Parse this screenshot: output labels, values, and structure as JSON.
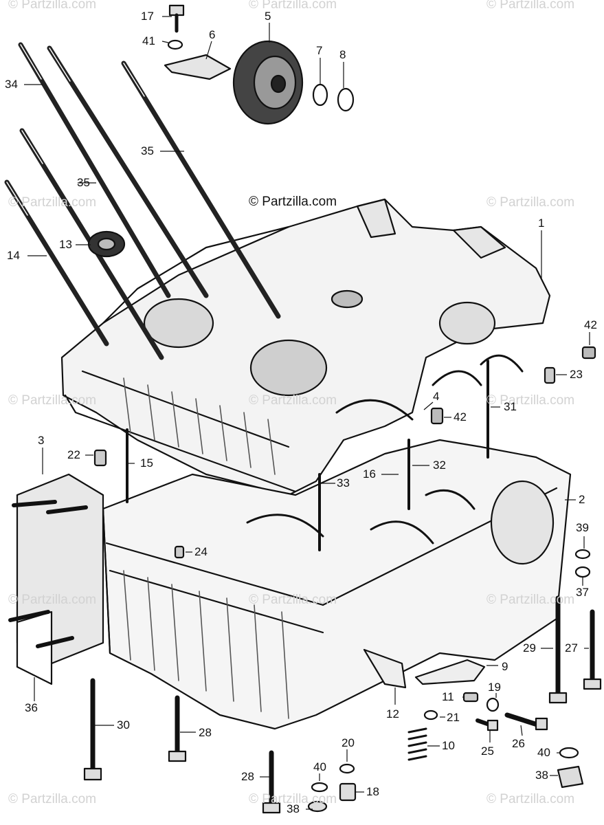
{
  "watermark_text": "© Partzilla.com",
  "center_credit": "© Partzilla.com",
  "callouts": [
    "17",
    "41",
    "6",
    "5",
    "7",
    "8",
    "34",
    "35",
    "35",
    "13",
    "14",
    "1",
    "42",
    "23",
    "4",
    "42",
    "31",
    "3",
    "22",
    "15",
    "32",
    "16",
    "33",
    "2",
    "39",
    "24",
    "37",
    "29",
    "27",
    "9",
    "36",
    "11",
    "19",
    "21",
    "12",
    "30",
    "28",
    "10",
    "25",
    "26",
    "20",
    "40",
    "28",
    "40",
    "38",
    "18",
    "38"
  ]
}
